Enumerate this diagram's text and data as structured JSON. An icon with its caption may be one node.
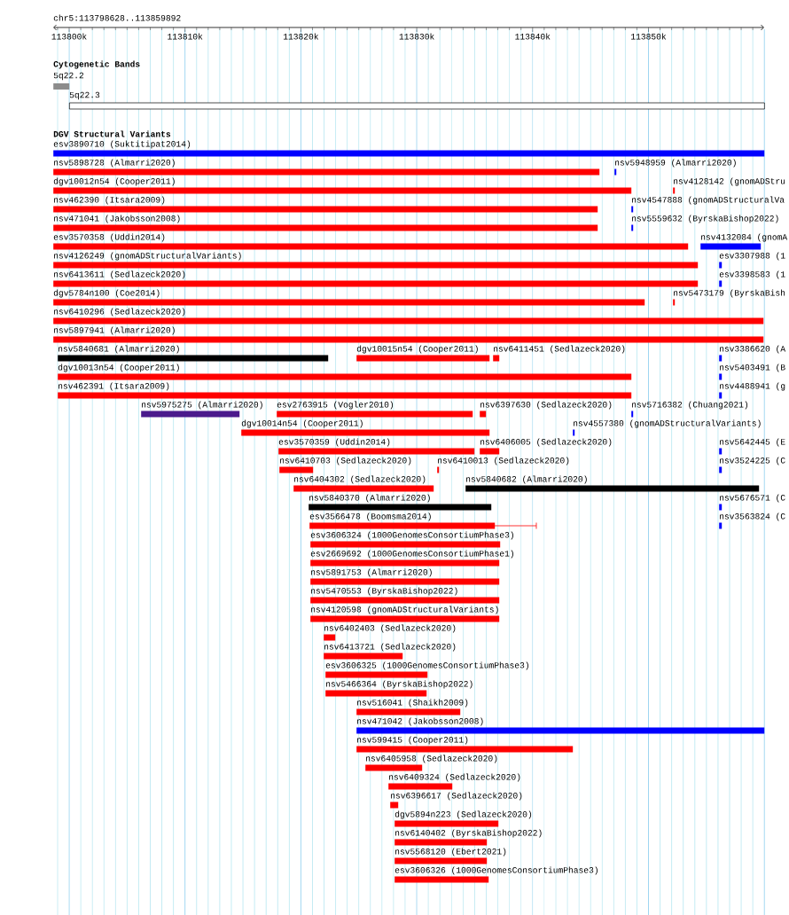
{
  "diagram": {
    "nodes": [
      {
        "text": [],
        "shape": "bar",
        "beside": [
          "5q22.2"
        ]
      },
      {
        "text": [],
        "shape": "bar",
        "beside": [
          "5q22.3"
        ]
      },
      {
        "text": [],
        "shape": "bar",
        "beside": [
          "esv3890710 (Suktitipat2014)"
        ]
      },
      {
        "text": [],
        "shape": "bar",
        "beside": [
          "nsv5898728 (Almarri2020)"
        ]
      },
      {
        "text": [],
        "shape": "bar",
        "beside": [
          "nsv5948959 (Almarri2020)"
        ]
      },
      {
        "text": [],
        "shape": "bar",
        "beside": [
          "dgv10012n54 (Cooper2011)"
        ]
      },
      {
        "text": [],
        "shape": "bar",
        "beside": [
          "nsv4128142 (gnomADStru"
        ]
      },
      {
        "text": [],
        "shape": "bar",
        "beside": [
          "nsv462390 (Itsara2009)"
        ]
      },
      {
        "text": [],
        "shape": "bar",
        "beside": [
          "nsv4547888 (gnomADStructuralVa"
        ]
      },
      {
        "text": [],
        "shape": "bar",
        "beside": [
          "nsv471041 (Jakobsson2008)"
        ]
      },
      {
        "text": [],
        "shape": "bar",
        "beside": [
          "nsv5559632 (ByrskaBishop2022)"
        ]
      },
      {
        "text": [],
        "shape": "bar",
        "beside": [
          "esv3570358 (Uddin2014)"
        ]
      },
      {
        "text": [],
        "shape": "bar",
        "beside": [
          "nsv4132084 (gnomA"
        ]
      },
      {
        "text": [],
        "shape": "bar",
        "beside": [
          "nsv4126249 (gnomADStructuralVariants)"
        ]
      },
      {
        "text": [],
        "shape": "bar",
        "beside": [
          "esv3307988 (1"
        ]
      },
      {
        "text": [],
        "shape": "bar",
        "beside": [
          "nsv6413611 (Sedlazeck2020)"
        ]
      },
      {
        "text": [],
        "shape": "bar",
        "beside": [
          "esv3398583 (1"
        ]
      },
      {
        "text": [],
        "shape": "bar",
        "beside": [
          "dgv5784n100 (Coe2014)"
        ]
      },
      {
        "text": [],
        "shape": "bar",
        "beside": [
          "nsv5473179 (ByrskaBish"
        ]
      },
      {
        "text": [],
        "shape": "bar",
        "beside": [
          "nsv6410296 (Sedlazeck2020)"
        ]
      },
      {
        "text": [],
        "shape": "bar",
        "beside": [
          "nsv5897941 (Almarri2020)"
        ]
      },
      {
        "text": [],
        "shape": "bar",
        "beside": [
          "nsv5840681 (Almarri2020)"
        ]
      },
      {
        "text": [],
        "shape": "bar",
        "beside": [
          "dgv10015n54 (Cooper2011)"
        ]
      },
      {
        "text": [],
        "shape": "bar",
        "beside": [
          "nsv6411451 (Sedlazeck2020)"
        ]
      },
      {
        "text": [],
        "shape": "bar",
        "beside": [
          "nsv3386620 (A"
        ]
      },
      {
        "text": [],
        "shape": "bar",
        "beside": [
          "dgv10013n54 (Cooper2011)"
        ]
      },
      {
        "text": [],
        "shape": "bar",
        "beside": [
          "nsv5403491 (B"
        ]
      },
      {
        "text": [],
        "shape": "bar",
        "beside": [
          "nsv462391 (Itsara2009)"
        ]
      },
      {
        "text": [],
        "shape": "bar",
        "beside": [
          "nsv4488941 (g"
        ]
      },
      {
        "text": [],
        "shape": "bar",
        "beside": [
          "nsv5975275 (Almarri2020)"
        ]
      },
      {
        "text": [],
        "shape": "bar",
        "beside": [
          "esv2763915 (Vogler2010)"
        ]
      },
      {
        "text": [],
        "shape": "bar",
        "beside": [
          "nsv6397630 (Sedlazeck2020)"
        ]
      },
      {
        "text": [],
        "shape": "bar",
        "beside": [
          "nsv5716382 (Chuang2021)"
        ]
      },
      {
        "text": [],
        "shape": "bar",
        "beside": [
          "dgv10014n54 (Cooper2011)"
        ]
      },
      {
        "text": [],
        "shape": "bar",
        "beside": [
          "nsv4557380 (gnomADStructuralVariants)"
        ]
      },
      {
        "text": [],
        "shape": "bar",
        "beside": [
          "esv3570359 (Uddin2014)"
        ]
      },
      {
        "text": [],
        "shape": "bar",
        "beside": [
          "nsv6406005 (Sedlazeck2020)"
        ]
      },
      {
        "text": [],
        "shape": "bar",
        "beside": [
          "nsv5642445 (E"
        ]
      },
      {
        "text": [],
        "shape": "bar",
        "beside": [
          "nsv6410703 (Sedlazeck2020)"
        ]
      },
      {
        "text": [],
        "shape": "bar",
        "beside": [
          "nsv6410013 (Sedlazeck2020)"
        ]
      },
      {
        "text": [],
        "shape": "bar",
        "beside": [
          "nsv3524225 (C"
        ]
      },
      {
        "text": [],
        "shape": "bar",
        "beside": [
          "nsv6404302 (Sedlazeck2020)"
        ]
      },
      {
        "text": [],
        "shape": "bar",
        "beside": [
          "nsv5840682 (Almarri2020)"
        ]
      },
      {
        "text": [],
        "shape": "bar",
        "beside": [
          "nsv5840370 (Almarri2020)"
        ]
      },
      {
        "text": [],
        "shape": "bar",
        "beside": [
          "nsv5676571 (C"
        ]
      },
      {
        "text": [],
        "shape": "bar",
        "beside": [
          "esv3566478 (Boomsma2014)"
        ]
      },
      {
        "text": [],
        "shape": "bar",
        "beside": [
          "nsv3563824 (C"
        ]
      },
      {
        "text": [],
        "shape": "bar",
        "beside": [
          "esv3606324 (1000GenomesConsortiumPhase3)"
        ]
      },
      {
        "text": [],
        "shape": "bar",
        "beside": [
          "esv2669692 (1000GenomesConsortiumPhase1)"
        ]
      },
      {
        "text": [],
        "shape": "bar",
        "beside": [
          "nsv5891753 (Almarri2020)"
        ]
      },
      {
        "text": [],
        "shape": "bar",
        "beside": [
          "nsv5470553 (ByrskaBishop2022)"
        ]
      },
      {
        "text": [],
        "shape": "bar",
        "beside": [
          "nsv4120598 (gnomADStructuralVariants)"
        ]
      },
      {
        "text": [],
        "shape": "bar",
        "beside": [
          "nsv6402403 (Sedlazeck2020)"
        ]
      },
      {
        "text": [],
        "shape": "bar",
        "beside": [
          "nsv6413721 (Sedlazeck2020)"
        ]
      },
      {
        "text": [],
        "shape": "bar",
        "beside": [
          "esv3606325 (1000GenomesConsortiumPhase3)"
        ]
      },
      {
        "text": [],
        "shape": "bar",
        "beside": [
          "nsv5466364 (ByrskaBishop2022)"
        ]
      },
      {
        "text": [],
        "shape": "bar",
        "beside": [
          "nsv516041 (Shaikh2009)"
        ]
      },
      {
        "text": [],
        "shape": "bar",
        "beside": [
          "nsv471042 (Jakobsson2008)"
        ]
      },
      {
        "text": [],
        "shape": "bar",
        "beside": [
          "nsv599415 (Cooper2011)"
        ]
      },
      {
        "text": [],
        "shape": "bar",
        "beside": [
          "nsv6405958 (Sedlazeck2020)"
        ]
      },
      {
        "text": [],
        "shape": "bar",
        "beside": [
          "nsv6409324 (Sedlazeck2020)"
        ]
      },
      {
        "text": [],
        "shape": "bar",
        "beside": [
          "nsv6396617 (Sedlazeck2020)"
        ]
      },
      {
        "text": [],
        "shape": "bar",
        "beside": [
          "dgv5894n223 (Sedlazeck2020)"
        ]
      },
      {
        "text": [],
        "shape": "bar",
        "beside": [
          "nsv6140402 (ByrskaBishop2022)"
        ]
      },
      {
        "text": [],
        "shape": "bar",
        "beside": [
          "nsv5568120 (Ebert2021)"
        ]
      },
      {
        "text": [],
        "shape": "bar",
        "beside": [
          "esv3606326 (1000GenomesConsortiumPhase3)"
        ]
      }
    ],
    "labels": [
      "chr5:113798628..113859892",
      "113800k",
      "113810k",
      "113820k",
      "113830k",
      "113840k",
      "113850k",
      "Cytogenetic Bands",
      "DGV Structural Variants"
    ]
  }
}
